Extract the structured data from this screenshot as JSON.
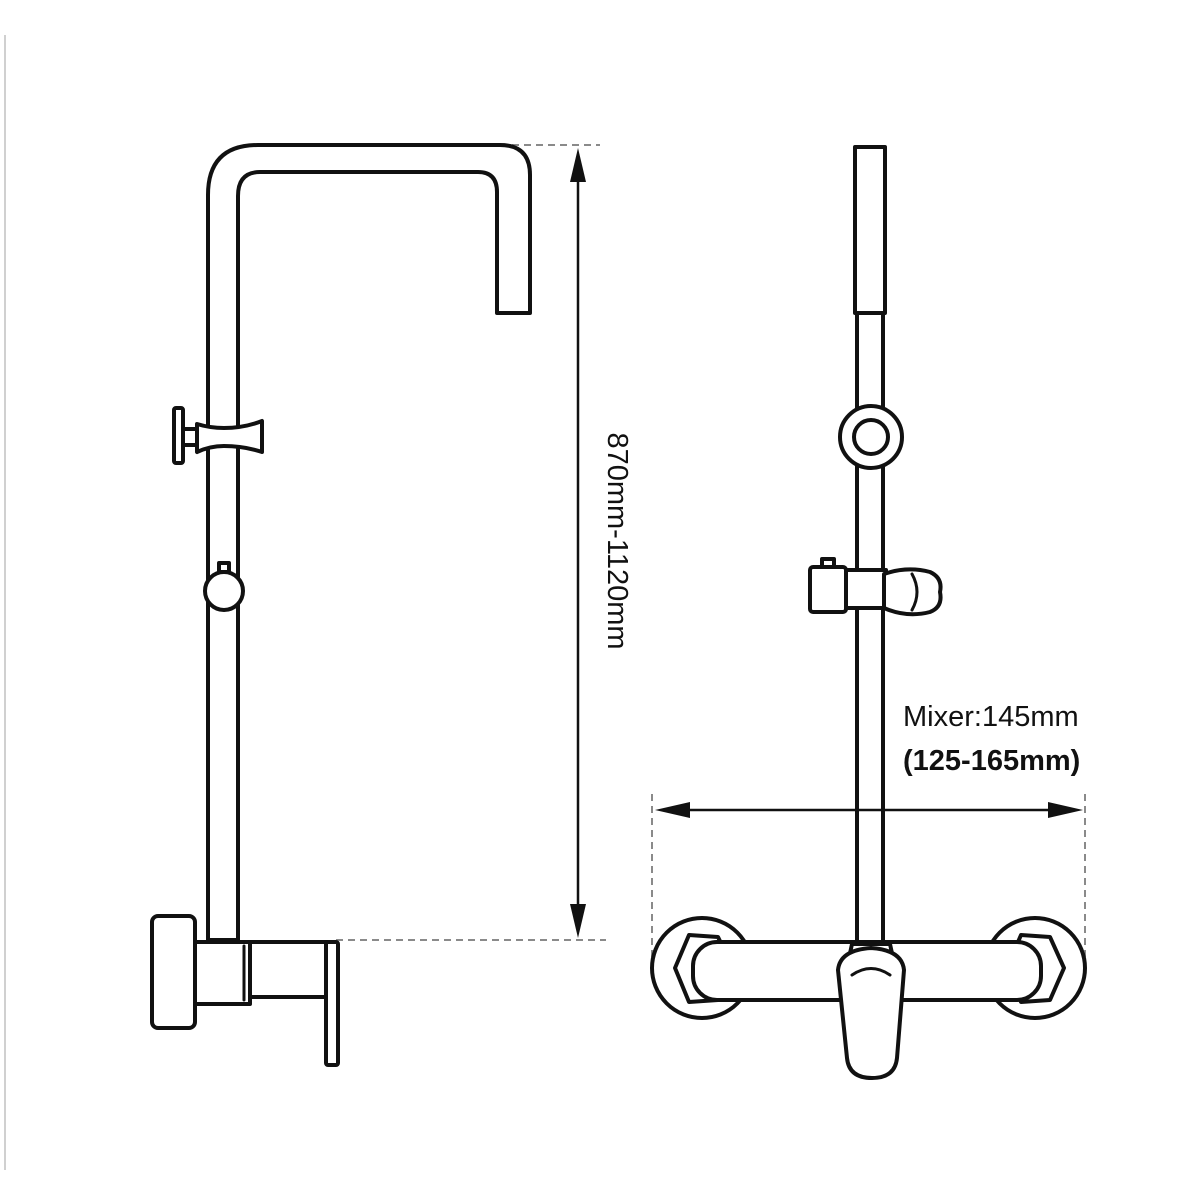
{
  "labels": {
    "height_dimension": "870mm-1120mm",
    "mixer_dimension": "Mixer:145mm",
    "mixer_range": "(125-165mm)"
  },
  "colors": {
    "line": "#111111",
    "dashed": "#8a8a8a",
    "background": "#ffffff"
  }
}
